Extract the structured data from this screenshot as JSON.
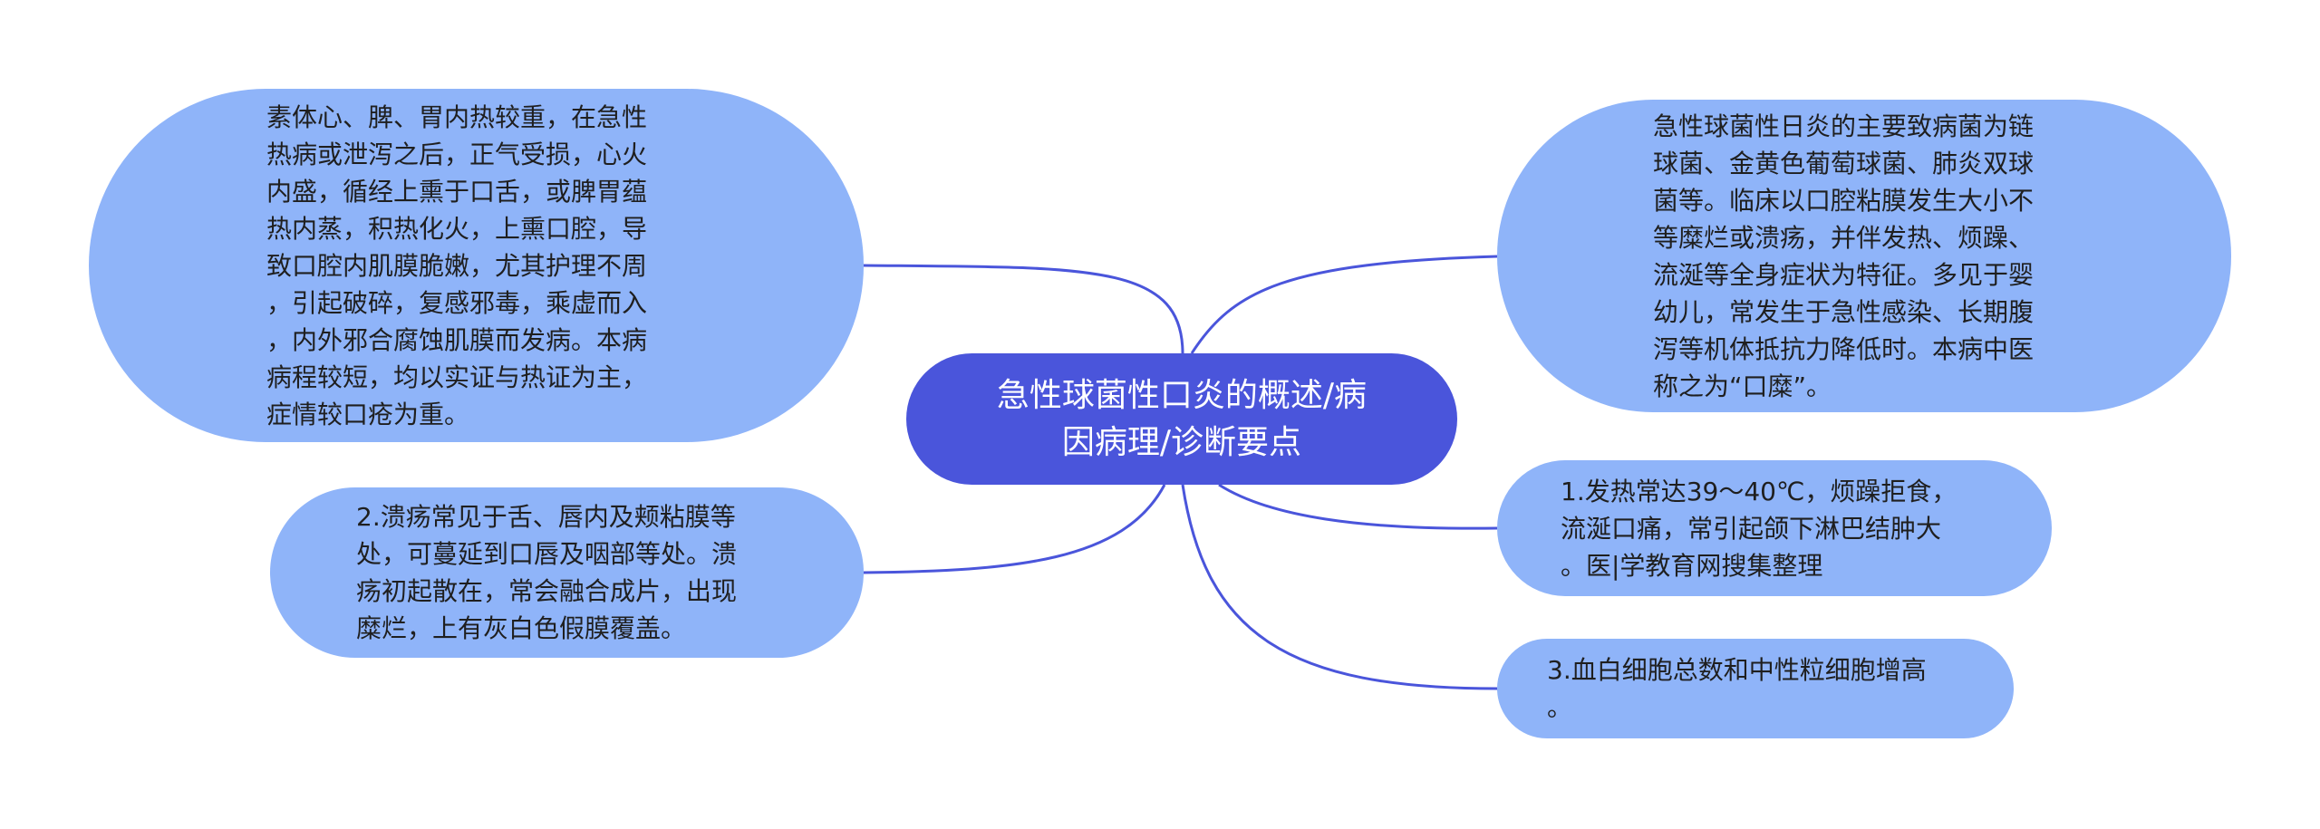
{
  "colors": {
    "center_fill": "#4a55db",
    "node_fill": "#8fb4f9",
    "connector": "#4a55db",
    "center_text": "#ffffff",
    "node_text": "#1f1f1f"
  },
  "center": {
    "text": "急性球菌性口炎的概述/病\n因病理/诊断要点"
  },
  "nodes": {
    "left_top": "素体心、脾、胃内热较重，在急性\n热病或泄泻之后，正气受损，心火\n内盛，循经上熏于口舌，或脾胃蕴\n热内蒸，积热化火，上熏口腔，导\n致口腔内肌膜脆嫩，尤其护理不周\n，引起破碎，复感邪毒，乘虚而入\n，内外邪合腐蚀肌膜而发病。本病\n病程较短，均以实证与热证为主，\n症情较口疮为重。",
    "left_bottom": "2.溃疡常见于舌、唇内及颊粘膜等\n处，可蔓延到口唇及咽部等处。溃\n疡初起散在，常会融合成片，出现\n糜烂，上有灰白色假膜覆盖。",
    "right_top": "急性球菌性日炎的主要致病菌为链\n球菌、金黄色葡萄球菌、肺炎双球\n菌等。临床以口腔粘膜发生大小不\n等糜烂或溃疡，并伴发热、烦躁、\n流涎等全身症状为特征。多见于婴\n幼儿，常发生于急性感染、长期腹\n泻等机体抵抗力降低时。本病中医\n称之为“口糜”。",
    "right_mid": "1.发热常达39～40℃，烦躁拒食，\n流涎口痛，常引起颌下淋巴结肿大\n。医|学教育网搜集整理",
    "right_bottom": "3.血白细胞总数和中性粒细胞增高\n。"
  }
}
